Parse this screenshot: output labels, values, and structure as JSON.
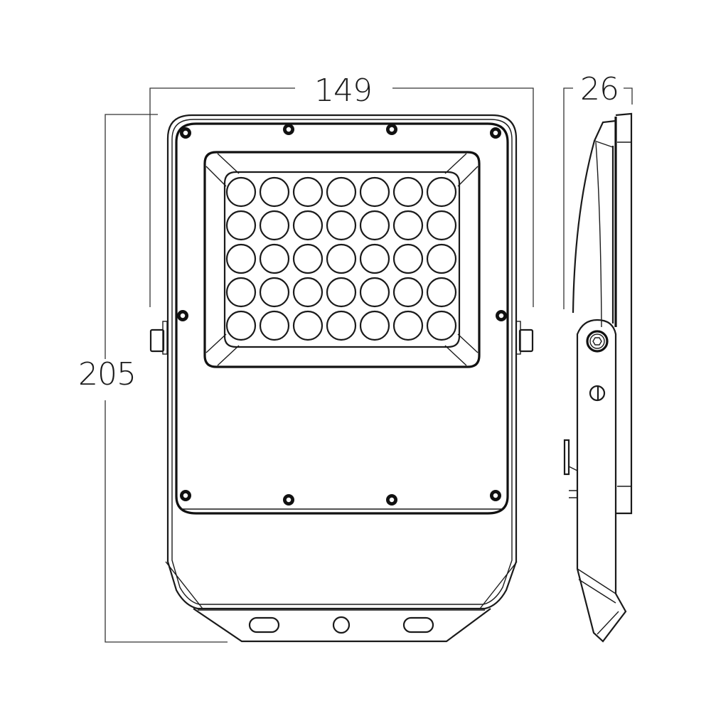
{
  "drawing": {
    "title": "LED floodlight dimension drawing",
    "units": "mm",
    "line_color": "#1a1a1a",
    "background": "#ffffff"
  },
  "dimensions": {
    "width": {
      "label": "149",
      "value": 149
    },
    "height": {
      "label": "205",
      "value": 205
    },
    "depth": {
      "label": "26",
      "value": 26
    }
  },
  "front_view": {
    "led_array": {
      "rows": 5,
      "columns": 7,
      "count": 35
    },
    "screws_visible": 10,
    "bracket_slots": 2,
    "bracket_round_holes": 1
  },
  "side_view": {
    "hex_bolt": true,
    "slotted_screw": true
  }
}
